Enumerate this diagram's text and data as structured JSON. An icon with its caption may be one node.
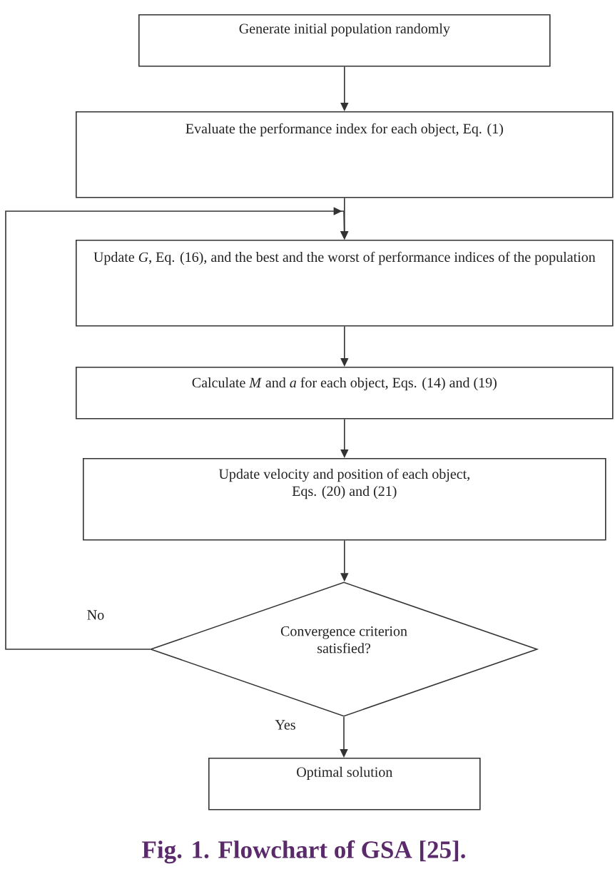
{
  "diagram": {
    "caption": "Fig. 1. Flowchart of GSA [25].",
    "nodes": [
      {
        "text": [
          "Generate initial population randomly"
        ]
      },
      {
        "text": [
          "Evaluate the performance index for each object, Eq. (1)"
        ]
      },
      {
        "text": [
          "Update *G*, Eq. (16), and the best and the worst of performance indices of the population"
        ]
      },
      {
        "text": [
          "Calculate *M* and *a* for each object, Eqs. (14) and (19)"
        ]
      },
      {
        "text": [
          "Update velocity and position of each object, Eqs. (20) and (21)"
        ]
      },
      {
        "text": [
          "Convergence criterion satisfied?"
        ]
      },
      {
        "text": [
          "Optimal solution"
        ]
      }
    ],
    "edges": [
      {
        "from": 0,
        "to": 1,
        "arrow": "to"
      },
      {
        "from": 1,
        "to": 2,
        "arrow": "to"
      },
      {
        "from": 2,
        "to": 3,
        "arrow": "to"
      },
      {
        "from": 3,
        "to": 4,
        "arrow": "to"
      },
      {
        "from": 4,
        "to": 5,
        "arrow": "to"
      },
      {
        "from": 5,
        "to": 2,
        "arrow": "to",
        "label": "No"
      },
      {
        "from": 5,
        "to": 6,
        "arrow": "to",
        "label": "Yes"
      }
    ]
  }
}
